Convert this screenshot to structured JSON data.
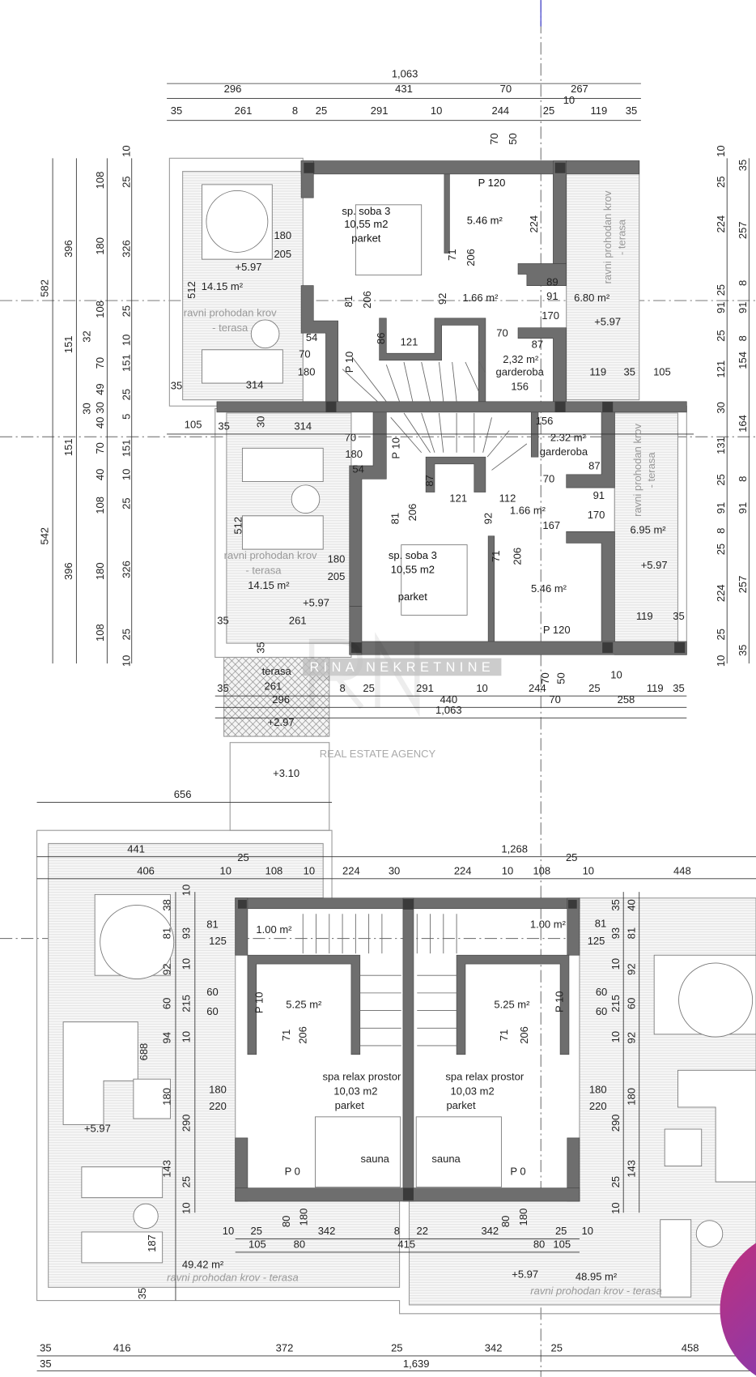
{
  "watermark": {
    "brand": "RINA NEKRETNINE",
    "tagline": "REAL ESTATE AGENCY",
    "logo_letters": "RN"
  },
  "colors": {
    "wall": "#6e6e6e",
    "column": "#3a3a3a",
    "terrace_hatch": "#dcdcdc",
    "badge_gradient_start": "#c2307a",
    "badge_gradient_end": "#6a3fc8"
  },
  "labels": {
    "top_dims": [
      "1,063",
      "296",
      "431",
      "70",
      "267",
      "35",
      "261",
      "8",
      "25",
      "291",
      "10",
      "244",
      "25",
      "10",
      "119",
      "35",
      "70",
      "50"
    ],
    "left_dims": [
      "582",
      "542",
      "396",
      "151",
      "151",
      "396",
      "32",
      "30",
      "108",
      "180",
      "108",
      "70",
      "49",
      "30",
      "40",
      "70",
      "40",
      "108",
      "180",
      "108",
      "10",
      "25",
      "326",
      "25",
      "10",
      "151",
      "25",
      "5",
      "151",
      "10",
      "25",
      "326",
      "25",
      "10"
    ],
    "right_dims": [
      "10",
      "25",
      "224",
      "25",
      "91",
      "25",
      "121",
      "30",
      "131",
      "25",
      "91",
      "8",
      "25",
      "224",
      "25",
      "10",
      "35",
      "257",
      "8",
      "91",
      "8",
      "154",
      "164",
      "8",
      "91",
      "257",
      "35"
    ],
    "unit_a": [
      "sp. soba 3",
      "10,55 m2",
      "parket",
      "P 120",
      "5.46 m²",
      "224",
      "180",
      "205",
      "+5.97",
      "14.15 m²",
      "512",
      "ravni prohodan krov",
      "- terasa",
      "71",
      "206",
      "81",
      "206",
      "92",
      "1.66 m²",
      "89",
      "91",
      "170",
      "6.80 m²",
      "+5.97",
      "54",
      "70",
      "180",
      "86",
      "121",
      "70",
      "87",
      "2,32 m²",
      "garderoba",
      "156",
      "119",
      "35",
      "105",
      "P 10",
      "35",
      "314",
      "ravni prohodan krov",
      "- terasa"
    ],
    "unit_b": [
      "105",
      "35",
      "314",
      "30",
      "156",
      "70",
      "180",
      "54",
      "P 10",
      "2.32 m²",
      "garderoba",
      "87",
      "70",
      "87",
      "121",
      "112",
      "1.66 m²",
      "91",
      "170",
      "167",
      "81",
      "206",
      "92",
      "6.95 m²",
      "512",
      "ravni prohodan krov",
      "- terasa",
      "180",
      "205",
      "14.15 m²",
      "+5.97",
      "sp. soba 3",
      "10,55 m2",
      "parket",
      "71",
      "206",
      "5.46 m²",
      "+5.97",
      "P 120",
      "119",
      "35",
      "35",
      "261",
      "35",
      "terasa",
      "70",
      "50",
      "10",
      "ravni prohodan krov",
      "- terasa"
    ],
    "unit_b_bottom_dims": [
      "35",
      "261",
      "296",
      "8",
      "25",
      "291",
      "10",
      "244",
      "25",
      "119",
      "35",
      "440",
      "70",
      "258",
      "1,063",
      "+2.97",
      "+3.10",
      "656"
    ],
    "lower_top_dims": [
      "441",
      "1,268",
      "25",
      "25",
      "406",
      "10",
      "108",
      "10",
      "224",
      "30",
      "224",
      "10",
      "108",
      "10",
      "448"
    ],
    "lower_left": [
      "38",
      "81",
      "92",
      "60",
      "94",
      "180",
      "143",
      "187",
      "35",
      "688",
      "10",
      "93",
      "10",
      "215",
      "10",
      "290",
      "25",
      "10",
      "81",
      "125",
      "1.00 m²",
      "60",
      "60",
      "5.25 m²",
      "P 10",
      "71",
      "206",
      "spa relax prostor",
      "10,03 m2",
      "parket",
      "180",
      "220",
      "sauna",
      "P 0",
      "+5.97"
    ],
    "lower_right": [
      "1.00 m²",
      "81",
      "125",
      "5.25 m²",
      "P 10",
      "60",
      "60",
      "71",
      "206",
      "spa relax prostor",
      "10,03 m2",
      "parket",
      "180",
      "220",
      "sauna",
      "P 0",
      "35",
      "93",
      "10",
      "215",
      "10",
      "290",
      "25",
      "10",
      "40",
      "81",
      "92",
      "60",
      "92",
      "180",
      "143"
    ],
    "lower_bottom": [
      "80",
      "180",
      "80",
      "180",
      "10",
      "25",
      "342",
      "8",
      "22",
      "342",
      "25",
      "10",
      "105",
      "80",
      "415",
      "80",
      "105",
      "49.42 m²",
      "ravni prohodan krov - terasa",
      "+5.97",
      "48.95 m²",
      "ravni prohodan krov - terasa",
      "35",
      "416",
      "372",
      "25",
      "342",
      "25",
      "458",
      "35",
      "1,639"
    ]
  }
}
